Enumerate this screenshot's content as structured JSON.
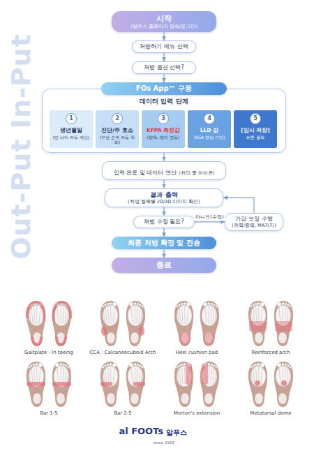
{
  "diagram": {
    "nodes": [
      {
        "text": [
          "시작",
          "(알푸스 홈페이지 접속/로그인)"
        ]
      },
      {
        "text": [
          "처방하기 메뉴 선택"
        ]
      },
      {
        "text": [
          "처방 옵션 선택?"
        ]
      },
      {
        "text": [
          "FOs App™ 구동"
        ]
      },
      {
        "text": [
          "데이터 입력 단계"
        ]
      },
      {
        "text": [
          "생년월일",
          "(만 나이 자동 계산)"
        ],
        "in": 4
      },
      {
        "text": [
          "1"
        ],
        "in": 5
      },
      {
        "text": [
          "진단/주 호소",
          "(우선 순위 자동 처리)"
        ],
        "in": 4
      },
      {
        "text": [
          "2"
        ],
        "in": 7
      },
      {
        "text": [
          "KFPA 측정값",
          "(양족, 양지 연동)"
        ],
        "in": 4
      },
      {
        "text": [
          "3"
        ],
        "in": 9
      },
      {
        "text": [
          "LLD 값",
          "(RSA 영상 기반)"
        ],
        "in": 4
      },
      {
        "text": [
          "4"
        ],
        "in": 11
      },
      {
        "text": [
          "[임시 저장]",
          "버튼 클릭"
        ],
        "in": 4
      },
      {
        "text": [
          "5"
        ],
        "in": 13
      },
      {
        "text": [
          "입력 완료 및 데이터 연산",
          "(처리 중 아이콘)"
        ]
      },
      {
        "text": [
          "결과 출력",
          "(처방 항목별 2D/3D 이미지 확인)"
        ]
      },
      {
        "text": [
          "처방 수정 필요?"
        ]
      },
      {
        "text": [
          "가감 보정 수행",
          "(완목/중목, MA지지)"
        ]
      },
      {
        "text": [
          "최종 처방 확정 및 전송"
        ]
      },
      {
        "text": [
          "종료"
        ]
      }
    ],
    "edges": [
      {
        "from": 0,
        "to": 1,
        "arrow": "to"
      },
      {
        "from": 1,
        "to": 2,
        "arrow": "to"
      },
      {
        "from": 2,
        "to": 3,
        "arrow": "to"
      },
      {
        "from": 4,
        "to": 15,
        "arrow": "to"
      },
      {
        "from": 15,
        "to": 16,
        "arrow": "to"
      },
      {
        "from": 16,
        "to": 17,
        "arrow": "to"
      },
      {
        "from": 17,
        "to": 19,
        "arrow": "to"
      },
      {
        "from": 19,
        "to": 20,
        "arrow": "to"
      },
      {
        "from": 17,
        "to": 18,
        "label": "아니요(수정)",
        "arrow": "to"
      },
      {
        "from": 18,
        "to": 16,
        "arrow": "to"
      }
    ],
    "labels": [
      "Out-Put In-Put",
      "Gaitplate - In toeing",
      "CCA : Calcaneocuboid Arch",
      "Heel cushion pad",
      "Reinforced arch",
      "Bar 1-5",
      "Bar 2-5",
      "Morton's extension",
      "Metatarsal dome",
      "al FOOTs",
      "알푸스",
      "since 1992"
    ]
  }
}
